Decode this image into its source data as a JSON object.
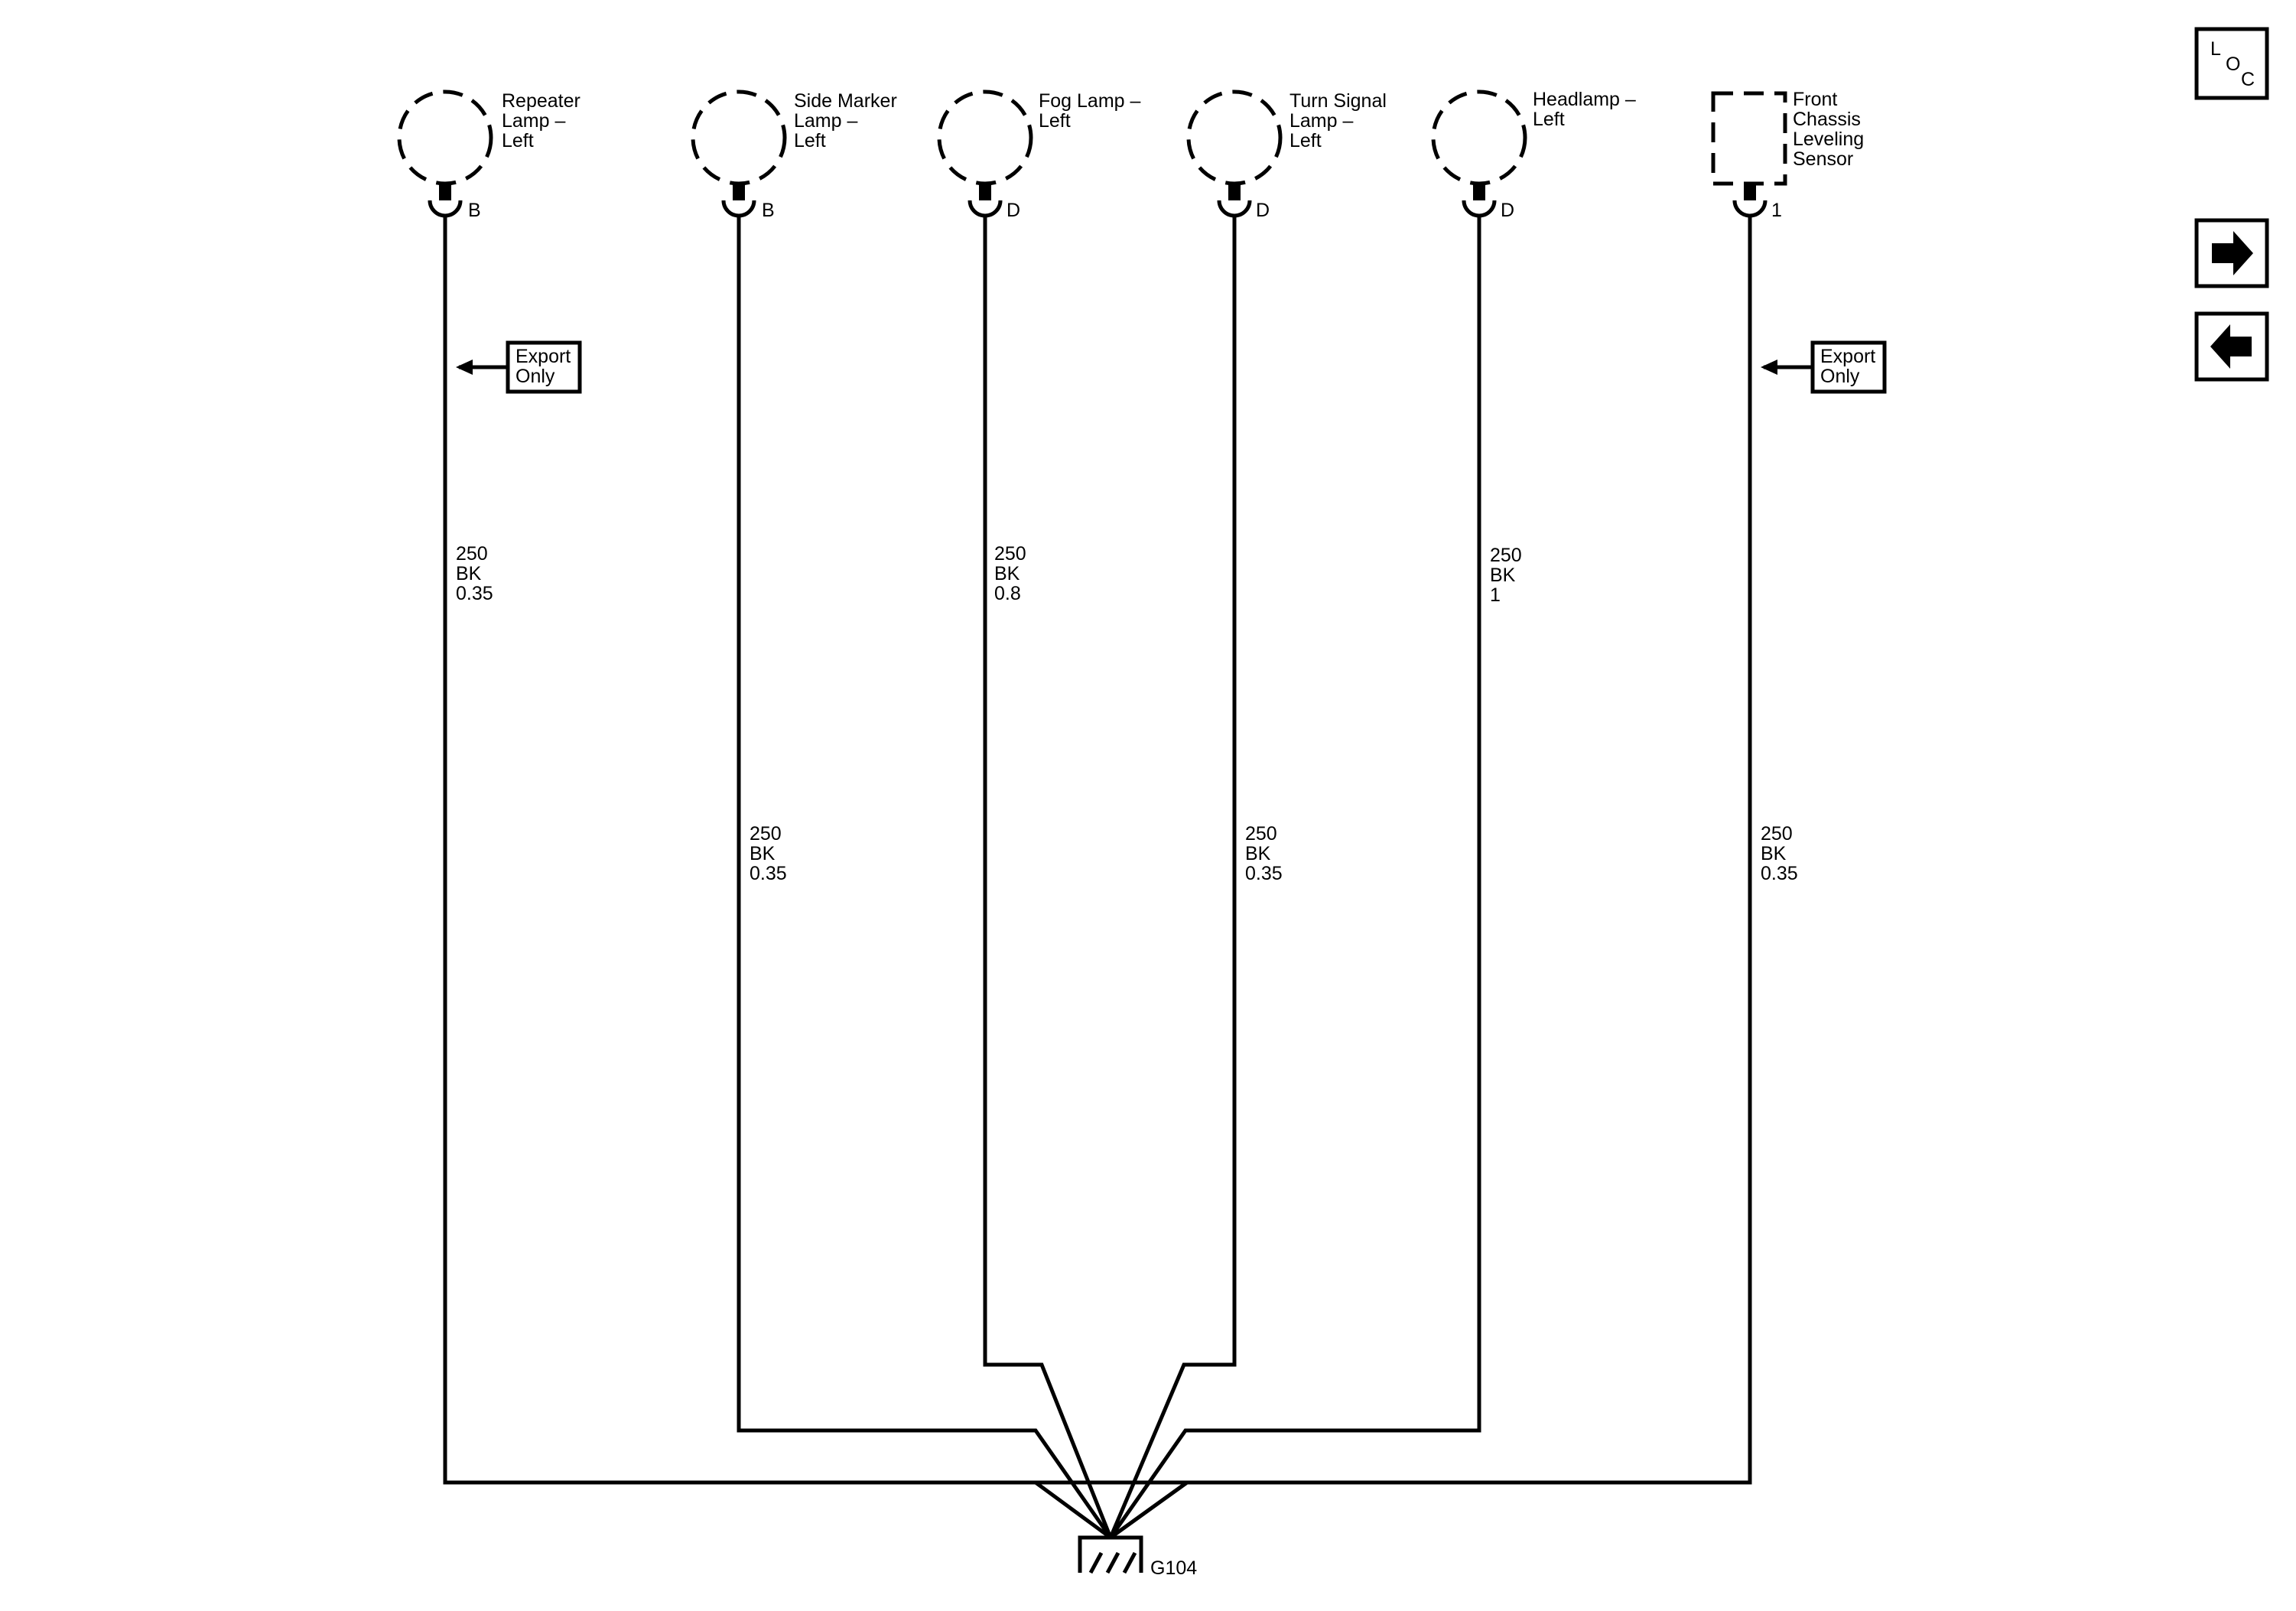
{
  "components": [
    {
      "id": "repeater",
      "shape": "circle",
      "name_lines": [
        "Repeater",
        "Lamp –",
        "Left"
      ],
      "pin": "B",
      "wire": {
        "circuit": "250",
        "color": "BK",
        "size": "0.35"
      },
      "export_only": true
    },
    {
      "id": "side-marker",
      "shape": "circle",
      "name_lines": [
        "Side Marker",
        "Lamp –",
        "Left"
      ],
      "pin": "B",
      "wire": {
        "circuit": "250",
        "color": "BK",
        "size": "0.35"
      },
      "export_only": false
    },
    {
      "id": "fog-lamp",
      "shape": "circle",
      "name_lines": [
        "Fog Lamp –",
        "Left"
      ],
      "pin": "D",
      "wire": {
        "circuit": "250",
        "color": "BK",
        "size": "0.8"
      },
      "export_only": false
    },
    {
      "id": "turn-signal",
      "shape": "circle",
      "name_lines": [
        "Turn Signal",
        "Lamp –",
        "Left"
      ],
      "pin": "D",
      "wire": {
        "circuit": "250",
        "color": "BK",
        "size": "0.35"
      },
      "export_only": false
    },
    {
      "id": "headlamp",
      "shape": "circle",
      "name_lines": [
        "Headlamp –",
        "Left"
      ],
      "pin": "D",
      "wire": {
        "circuit": "250",
        "color": "BK",
        "size": "1"
      },
      "export_only": false
    },
    {
      "id": "leveling-sensor",
      "shape": "square",
      "name_lines": [
        "Front",
        "Chassis",
        "Leveling",
        "Sensor"
      ],
      "pin": "1",
      "wire": {
        "circuit": "250",
        "color": "BK",
        "size": "0.35"
      },
      "export_only": true
    }
  ],
  "export_label_lines": [
    "Export",
    "Only"
  ],
  "ground": {
    "label": "G104"
  },
  "nav": {
    "loc_letters": [
      "L",
      "O",
      "C"
    ],
    "next_icon": "arrow-right-icon",
    "prev_icon": "arrow-left-icon"
  }
}
